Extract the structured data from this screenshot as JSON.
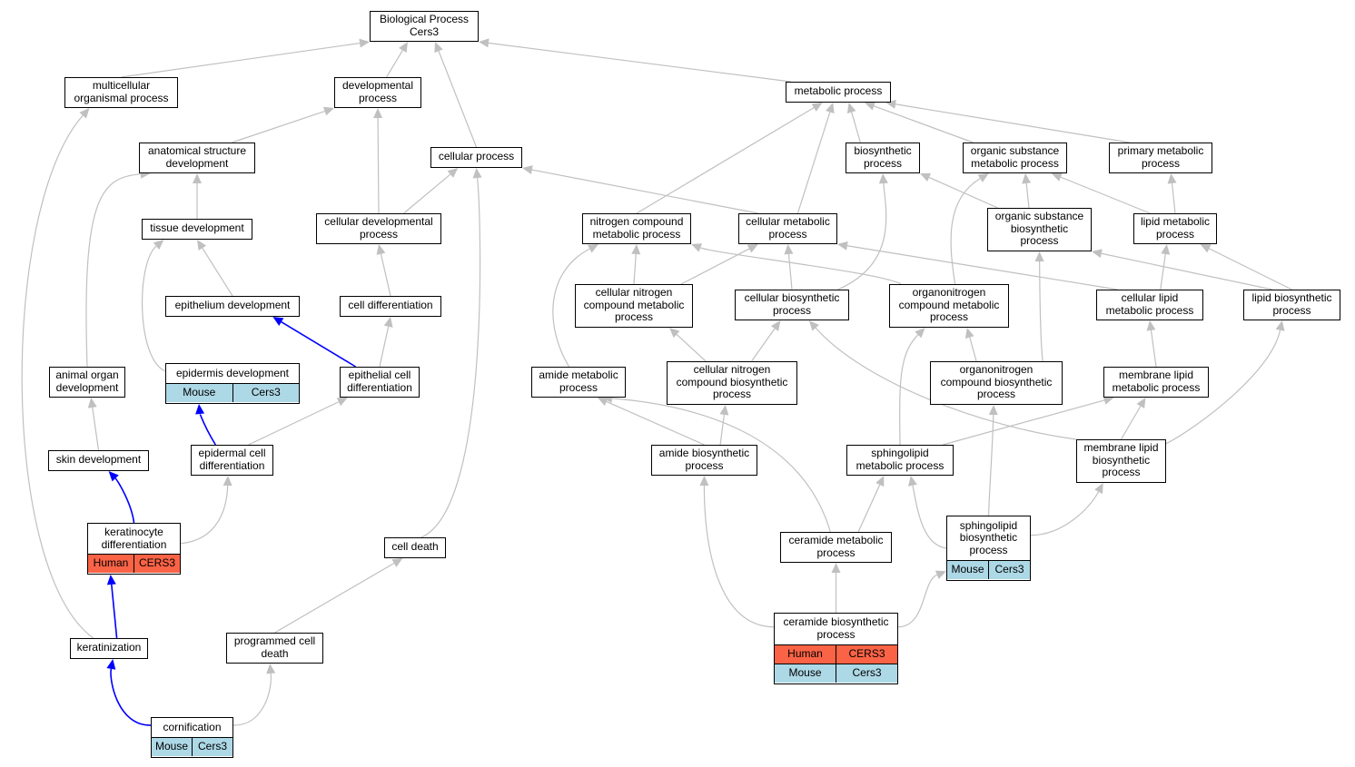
{
  "colors": {
    "edge_gray": "#c0c0c0",
    "edge_blue": "#0000ff",
    "human": "#fa6346",
    "mouse": "#add8e6"
  },
  "nodes": [
    {
      "id": "bp",
      "label": "Biological Process\nCers3"
    },
    {
      "id": "mop",
      "label": "multicellular\norganismal process"
    },
    {
      "id": "dp",
      "label": "developmental\nprocess"
    },
    {
      "id": "metp",
      "label": "metabolic process"
    },
    {
      "id": "asd",
      "label": "anatomical structure\ndevelopment"
    },
    {
      "id": "cp",
      "label": "cellular process"
    },
    {
      "id": "bsp",
      "label": "biosynthetic\nprocess"
    },
    {
      "id": "osmp",
      "label": "organic substance\nmetabolic process"
    },
    {
      "id": "pmp",
      "label": "primary metabolic\nprocess"
    },
    {
      "id": "td",
      "label": "tissue development"
    },
    {
      "id": "cdp",
      "label": "cellular developmental\nprocess"
    },
    {
      "id": "ncmp",
      "label": "nitrogen compound\nmetabolic process"
    },
    {
      "id": "cmp",
      "label": "cellular metabolic\nprocess"
    },
    {
      "id": "osbp",
      "label": "organic substance\nbiosynthetic\nprocess"
    },
    {
      "id": "lmp",
      "label": "lipid metabolic\nprocess"
    },
    {
      "id": "ed",
      "label": "epithelium development"
    },
    {
      "id": "cd",
      "label": "cell differentiation"
    },
    {
      "id": "cncmp",
      "label": "cellular nitrogen\ncompound metabolic\nprocess"
    },
    {
      "id": "cbp",
      "label": "cellular biosynthetic\nprocess"
    },
    {
      "id": "oncmp",
      "label": "organonitrogen\ncompound metabolic\nprocess"
    },
    {
      "id": "clmp",
      "label": "cellular lipid\nmetabolic process"
    },
    {
      "id": "lbp",
      "label": "lipid biosynthetic\nprocess"
    },
    {
      "id": "aod",
      "label": "animal organ\ndevelopment"
    },
    {
      "id": "epd",
      "label": "epidermis development",
      "rows": [
        [
          "Mouse",
          "Cers3"
        ]
      ]
    },
    {
      "id": "ecd",
      "label": "epithelial cell\ndifferentiation"
    },
    {
      "id": "amp",
      "label": "amide metabolic\nprocess"
    },
    {
      "id": "cncbp",
      "label": "cellular nitrogen\ncompound biosynthetic\nprocess"
    },
    {
      "id": "oncbp",
      "label": "organonitrogen\ncompound biosynthetic\nprocess"
    },
    {
      "id": "mlmp",
      "label": "membrane lipid\nmetabolic process"
    },
    {
      "id": "sd",
      "label": "skin development"
    },
    {
      "id": "epcd",
      "label": "epidermal cell\ndifferentiation"
    },
    {
      "id": "abp",
      "label": "amide biosynthetic\nprocess"
    },
    {
      "id": "smp",
      "label": "sphingolipid\nmetabolic process"
    },
    {
      "id": "mlbp",
      "label": "membrane lipid\nbiosynthetic\nprocess"
    },
    {
      "id": "kd",
      "label": "keratinocyte\ndifferentiation",
      "rows": [
        [
          "Human",
          "CERS3"
        ]
      ]
    },
    {
      "id": "cdeath",
      "label": "cell death"
    },
    {
      "id": "cermp",
      "label": "ceramide metabolic\nprocess"
    },
    {
      "id": "sbp",
      "label": "sphingolipid\nbiosynthetic\nprocess",
      "rows": [
        [
          "Mouse",
          "Cers3"
        ]
      ]
    },
    {
      "id": "ker",
      "label": "keratinization"
    },
    {
      "id": "pcd",
      "label": "programmed cell\ndeath"
    },
    {
      "id": "cerbp",
      "label": "ceramide biosynthetic\nprocess",
      "rows": [
        [
          "Human",
          "CERS3"
        ],
        [
          "Mouse",
          "Cers3"
        ]
      ]
    },
    {
      "id": "corn",
      "label": "cornification",
      "rows": [
        [
          "Mouse",
          "Cers3"
        ]
      ]
    }
  ]
}
